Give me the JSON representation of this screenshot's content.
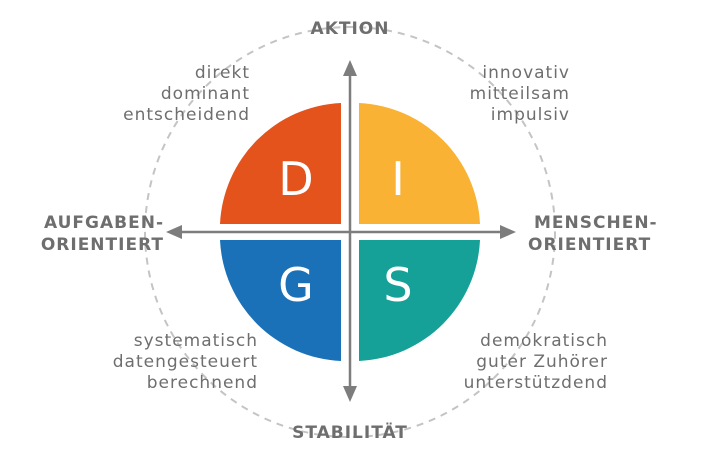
{
  "axes": {
    "top": "AKTION",
    "bottom": "STABILITÄT",
    "left_line1": "AUFGABEN-",
    "left_line2": "ORIENTIERT",
    "right_line1": "MENSCHEN-",
    "right_line2": "ORIENTIERT"
  },
  "quadrants": {
    "d": {
      "letter": "D",
      "color": "#e4531c",
      "traits": [
        "direkt",
        "dominant",
        "entscheidend"
      ]
    },
    "i": {
      "letter": "I",
      "color": "#f9b233",
      "traits": [
        "innovativ",
        "mitteilsam",
        "impulsiv"
      ]
    },
    "g": {
      "letter": "G",
      "color": "#1a71b8",
      "traits": [
        "systematisch",
        "datengesteuert",
        "berechnend"
      ]
    },
    "s": {
      "letter": "S",
      "color": "#15a197",
      "traits": [
        "demokratisch",
        "guter Zuhörer",
        "unterstützdend"
      ]
    }
  },
  "colors": {
    "axis": "#7d7d7d",
    "dashed_circle": "#c4c4c4",
    "text": "#6e6e6e"
  }
}
